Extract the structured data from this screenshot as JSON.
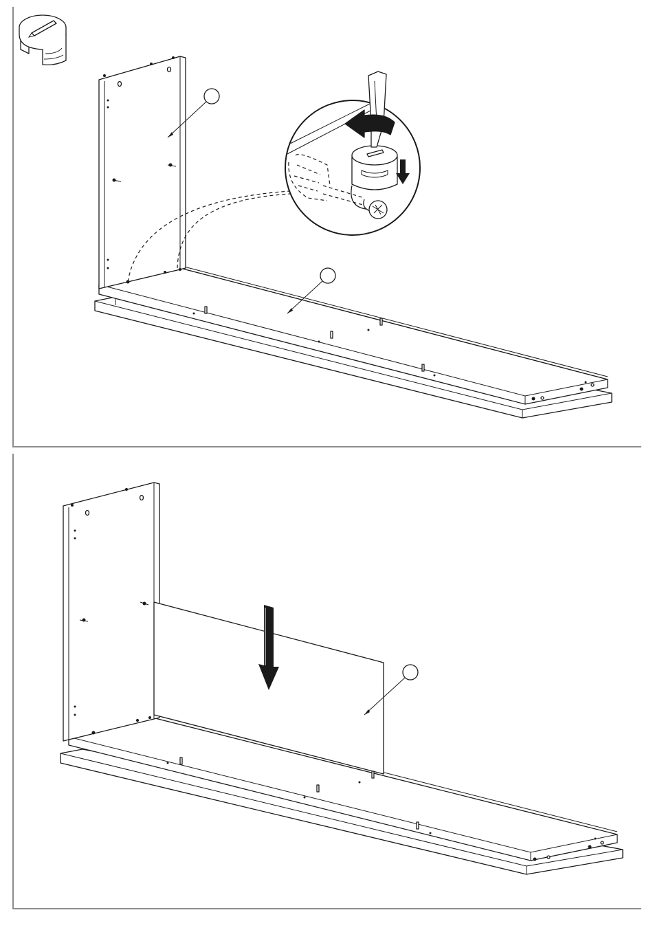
{
  "page": {
    "background": "#ffffff",
    "frame_color": "#8c8c8c",
    "ink_color": "#1a1a1a"
  },
  "steps": [
    {
      "id": "step-cam-lock",
      "tool_icon": "cam-lock-fitting-icon",
      "callouts": [
        "part-callout-side-panel",
        "part-callout-bottom-panel"
      ],
      "detail": "screwdriver-turning-cam-lock-icon"
    },
    {
      "id": "step-back-panel",
      "callouts": [
        "part-callout-back-panel"
      ],
      "direction": "insert-down-arrow-icon"
    }
  ]
}
